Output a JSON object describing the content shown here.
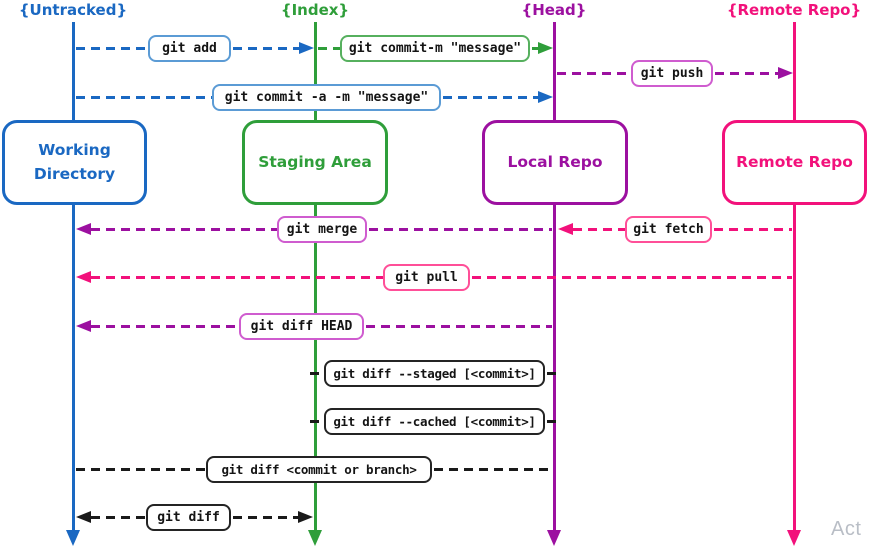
{
  "colors": {
    "blue": "#1a68c2",
    "green": "#2f9e3a",
    "purple": "#9c10a0",
    "pink": "#f2117b",
    "blue_light": "#5b9bd5",
    "green_light": "#56b05e",
    "purple_light": "#cf5ccf",
    "pink_light": "#ff4f98",
    "ink": "#1a1a1a",
    "wm": "#b9bec6"
  },
  "lanes": [
    {
      "label": "{Untracked}",
      "node": "Working Directory"
    },
    {
      "label": "{Index}",
      "node": "Staging Area"
    },
    {
      "label": "{Head}",
      "node": "Local Repo"
    },
    {
      "label": "{Remote Repo}",
      "node": "Remote Repo"
    }
  ],
  "arrows": {
    "git_add": "git add",
    "git_commit_m": "git commit-m \"message\"",
    "git_push": "git push",
    "git_commit_a": "git commit -a -m \"message\"",
    "git_merge": "git merge",
    "git_fetch": "git fetch",
    "git_pull": "git pull",
    "git_diff_head": "git diff HEAD",
    "git_diff_staged": "git diff --staged [<commit>]",
    "git_diff_cached": "git diff --cached [<commit>]",
    "git_diff_commit": "git diff <commit or branch>",
    "git_diff": "git diff"
  },
  "watermark": "Act"
}
